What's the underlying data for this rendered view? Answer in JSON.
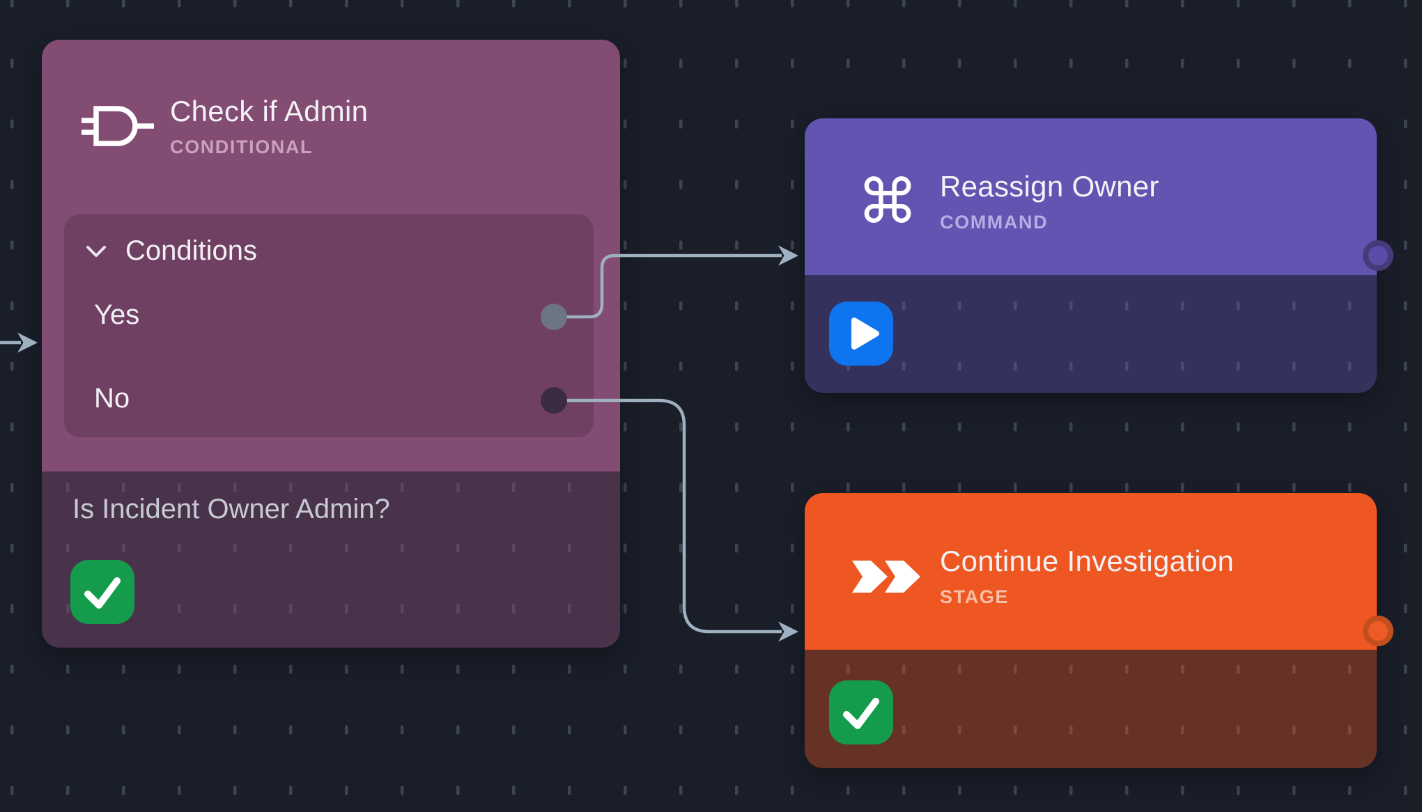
{
  "canvas": {
    "background_color": "#191E29",
    "grid_style": "dotted-dash-grid"
  },
  "colors": {
    "conditional_accent": "#834C73",
    "command_accent": "#6254B0",
    "stage_accent": "#EE5622",
    "edge": "#9FB1C1",
    "success_green": "#149C4C",
    "run_blue": "#0F74F0",
    "yes_port": "#6C7584",
    "no_port": "#3B2C41"
  },
  "nodes": [
    {
      "id": "check-if-admin",
      "title": "Check if Admin",
      "type_label": "CONDITIONAL",
      "icon": "logic-gate-icon",
      "conditions": {
        "label": "Conditions",
        "options": [
          "Yes",
          "No"
        ]
      },
      "description": "Is Incident Owner Admin?",
      "status": "success-check"
    },
    {
      "id": "reassign-owner",
      "title": "Reassign Owner",
      "type_label": "COMMAND",
      "icon": "command-icon",
      "icon_glyph": "⌘",
      "status": "play"
    },
    {
      "id": "continue-investigation",
      "title": "Continue Investigation",
      "type_label": "STAGE",
      "icon": "stage-chevrons-icon",
      "status": "success-check"
    }
  ],
  "edges": [
    {
      "id": "incoming-edge",
      "from": "offscreen-left",
      "to": "check-if-admin"
    },
    {
      "id": "yes-edge",
      "from": "check-if-admin.Yes",
      "to": "reassign-owner"
    },
    {
      "id": "no-edge",
      "from": "check-if-admin.No",
      "to": "continue-investigation"
    }
  ]
}
